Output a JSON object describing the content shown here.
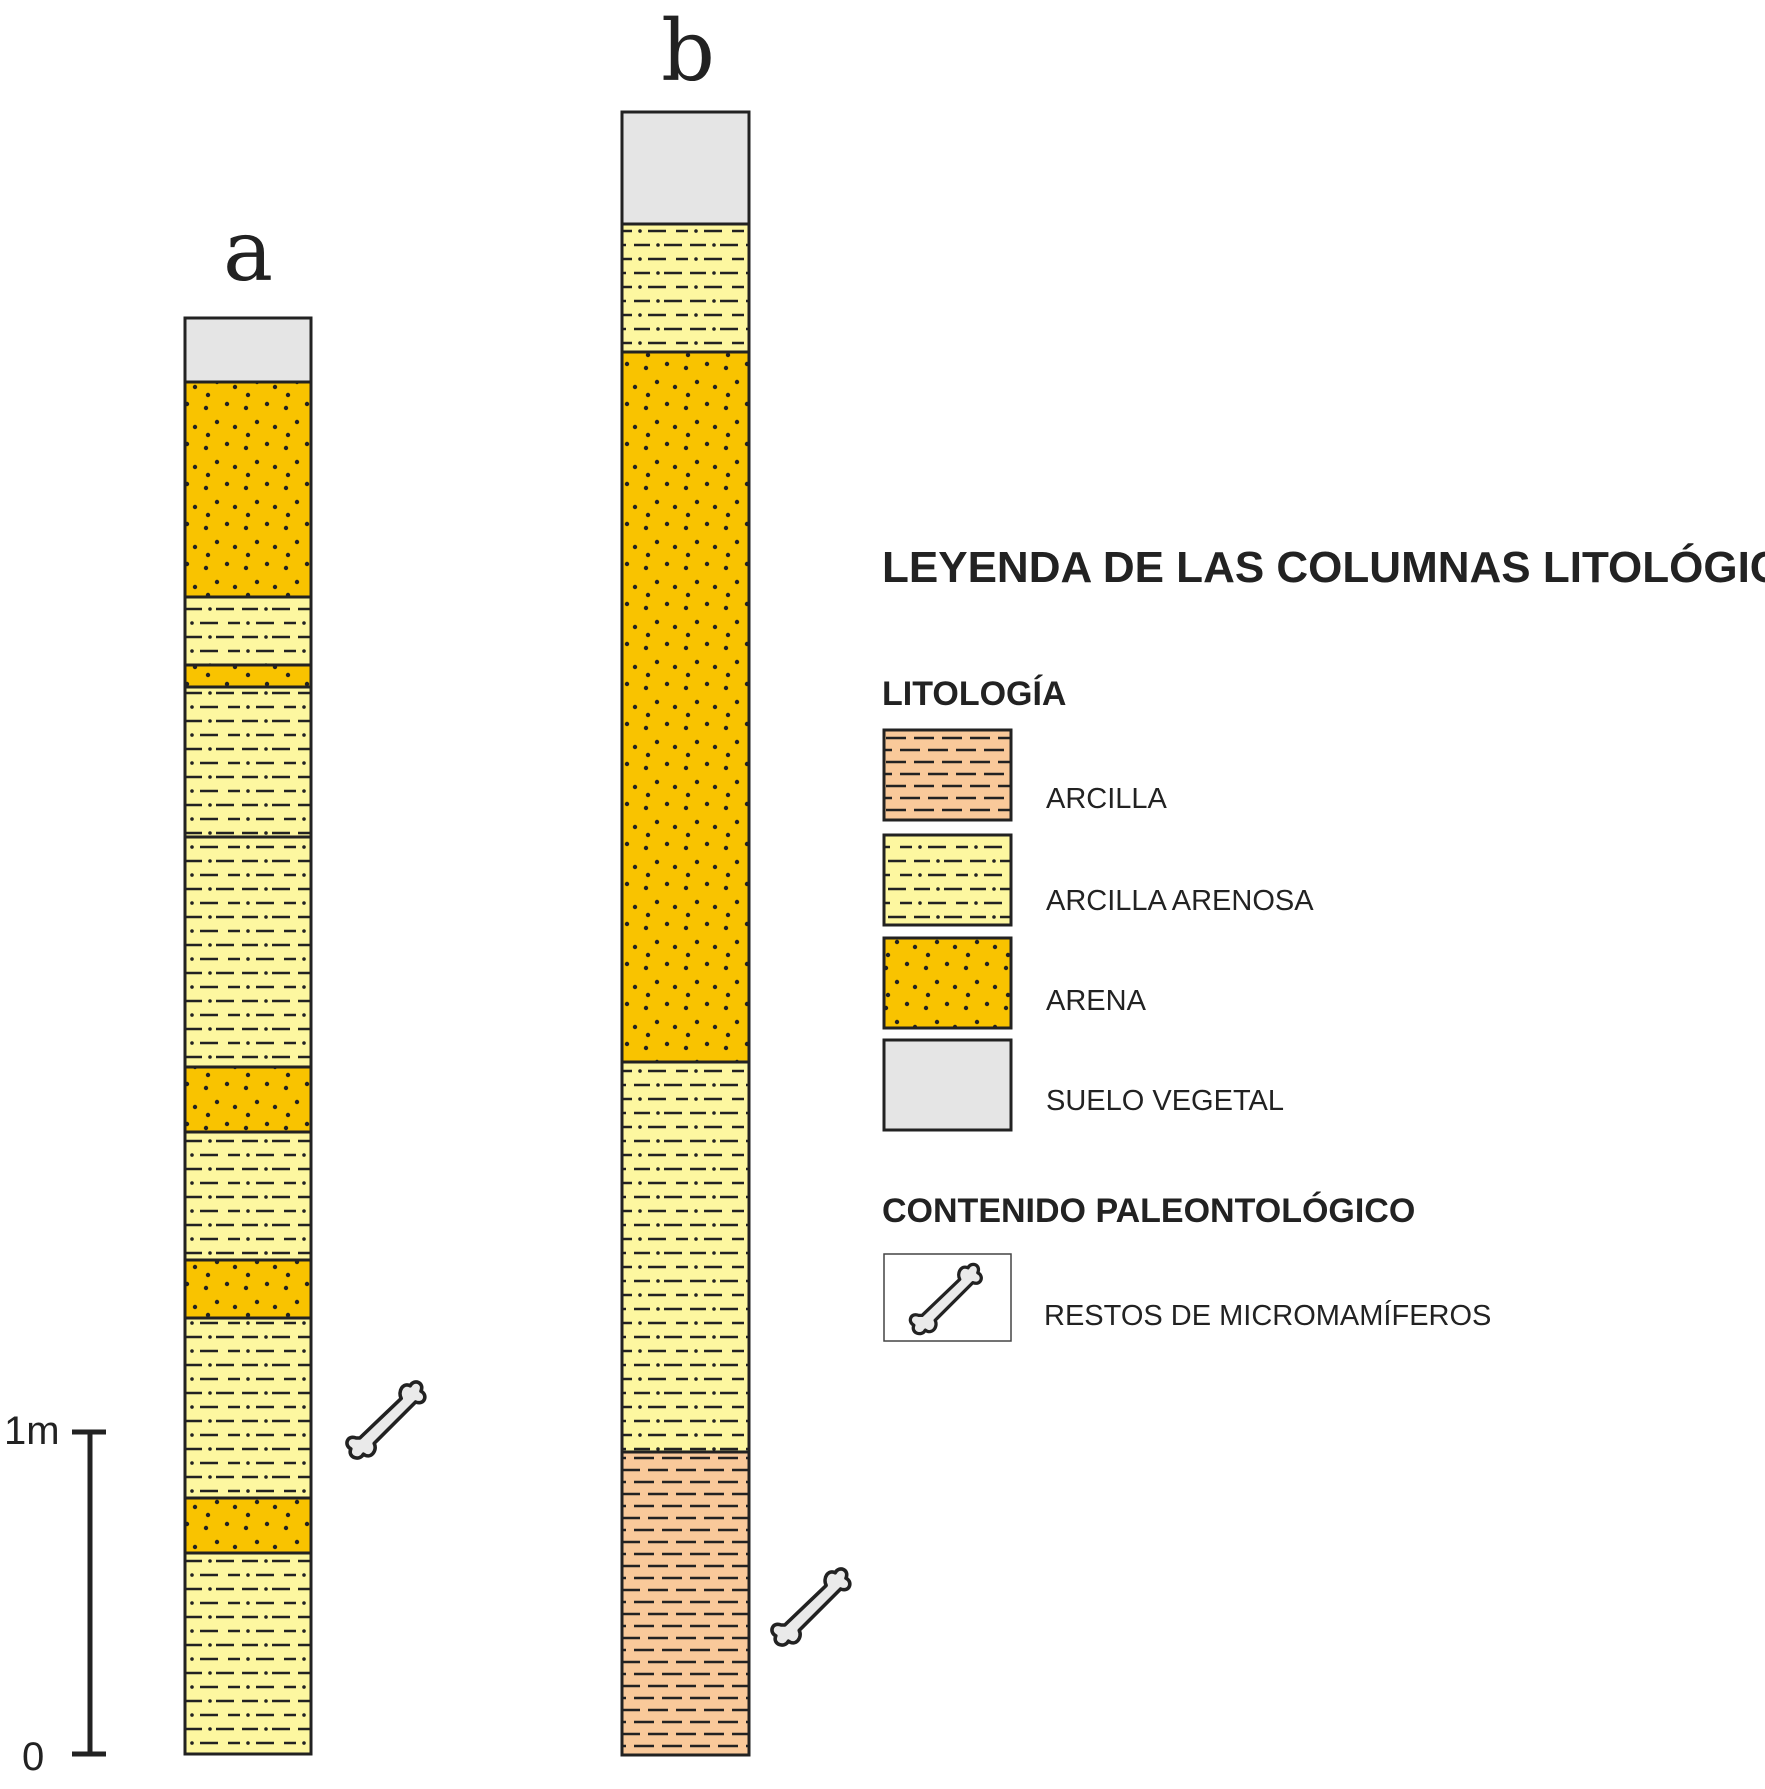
{
  "figure": {
    "column_a_label": "a",
    "column_b_label": "b",
    "scale": {
      "top_label": "1m",
      "bottom_label": "0"
    }
  },
  "legend": {
    "title": "LEYENDA DE LAS COLUMNAS LITOLÓGICAS",
    "lithology_heading": "LITOLOGÍA",
    "lithology_items": [
      {
        "key": "arcilla",
        "label": "ARCILLA",
        "color": "#f9c99a"
      },
      {
        "key": "arcilla_arenosa",
        "label": "ARCILLA ARENOSA",
        "color": "#fdf7a0"
      },
      {
        "key": "arena",
        "label": "ARENA",
        "color": "#f9c300"
      },
      {
        "key": "suelo_vegetal",
        "label": "SUELO VEGETAL",
        "color": "#e5e5e5"
      }
    ],
    "paleo_heading": "CONTENIDO PALEONTOLÓGICO",
    "paleo_items": [
      {
        "key": "micromamiferos",
        "label": "RESTOS DE MICROMAMÍFEROS",
        "icon": "bone-icon"
      }
    ]
  },
  "columns": [
    {
      "id": "a",
      "layers_top_to_bottom": [
        "suelo_vegetal",
        "arena",
        "arcilla_arenosa",
        "arena",
        "arcilla_arenosa",
        "arcilla_arenosa",
        "arena",
        "arcilla_arenosa",
        "arena",
        "arcilla_arenosa",
        "arena",
        "arcilla_arenosa"
      ],
      "fossil_markers": 1
    },
    {
      "id": "b",
      "layers_top_to_bottom": [
        "suelo_vegetal",
        "arcilla_arenosa",
        "arena",
        "arcilla_arenosa",
        "arcilla"
      ],
      "fossil_markers": 1
    }
  ]
}
